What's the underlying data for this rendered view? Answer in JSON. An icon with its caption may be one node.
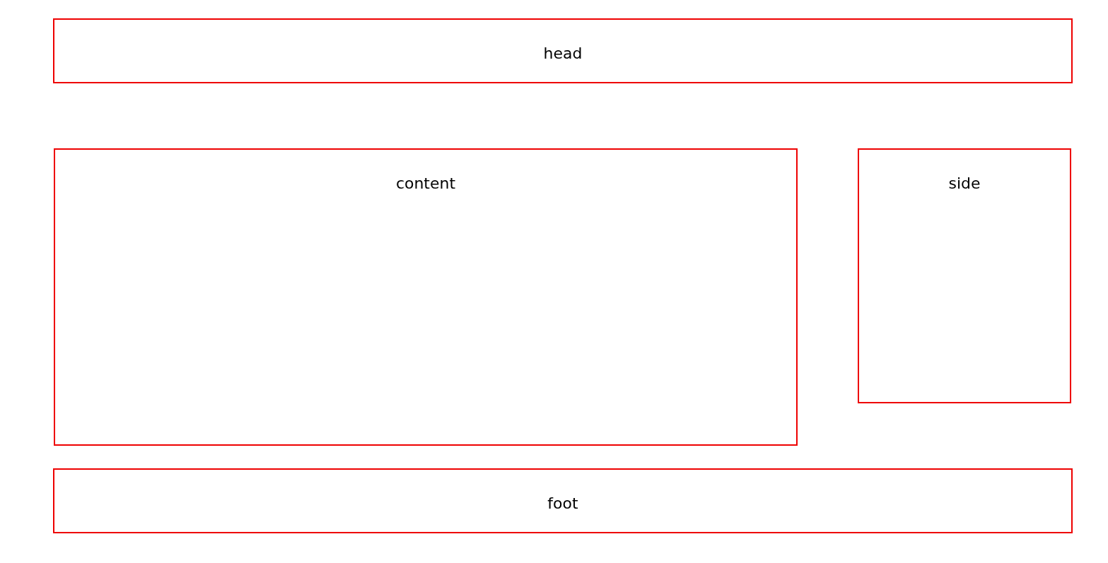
{
  "diagram": {
    "nodes": [
      {
        "text": [
          "head"
        ]
      },
      {
        "text": [
          "content"
        ]
      },
      {
        "text": [
          "side"
        ]
      },
      {
        "text": [
          "foot"
        ]
      }
    ]
  }
}
